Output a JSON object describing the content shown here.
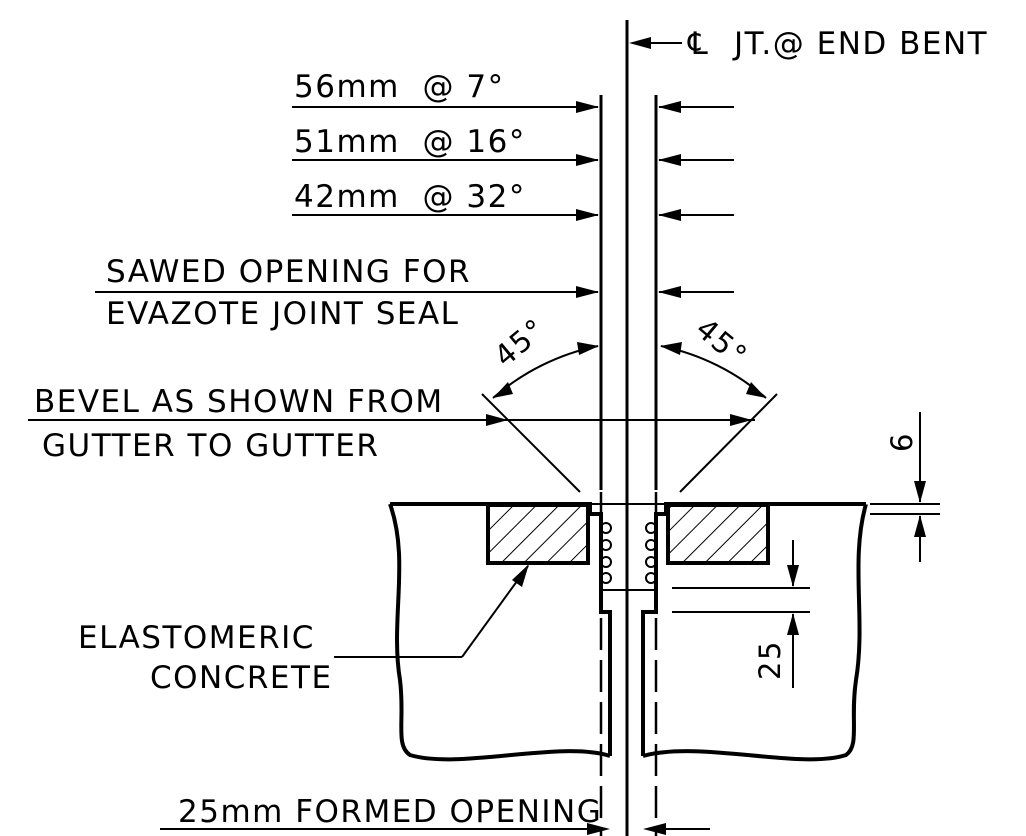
{
  "labels": {
    "centerline_symbol": "℄",
    "centerline": "JT.@ END BENT",
    "dim_56": "56mm  @ 7°",
    "dim_51": "51mm  @ 16°",
    "dim_42": "42mm  @ 32°",
    "sawed_line1": "SAWED OPENING FOR",
    "sawed_line2": "EVAZOTE JOINT SEAL",
    "angle_left": "45°",
    "angle_right": "45°",
    "bevel_line1": "BEVEL AS SHOWN FROM",
    "bevel_line2": "GUTTER TO GUTTER",
    "dim_6": "6",
    "dim_25": "25",
    "elastomeric_line1": "ELASTOMERIC",
    "elastomeric_line2": "CONCRETE",
    "formed_opening": "25mm FORMED OPENING"
  }
}
